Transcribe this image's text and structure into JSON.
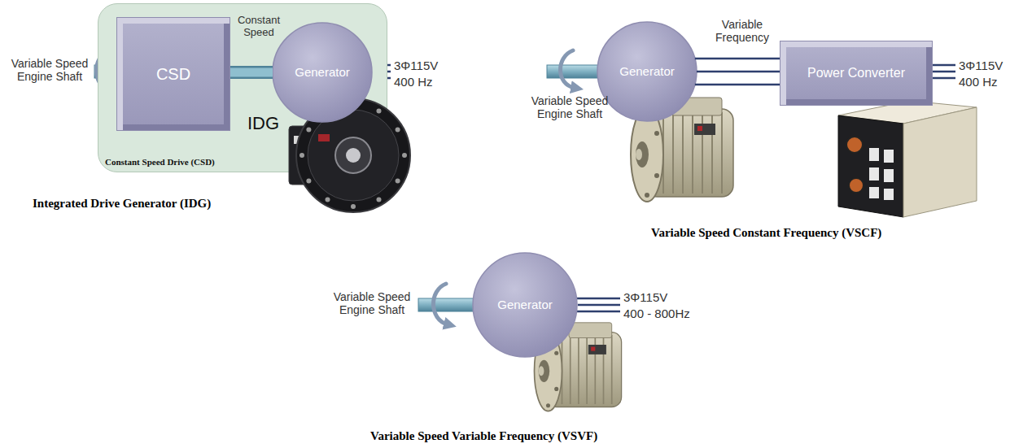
{
  "diagram": {
    "nodes": [
      {
        "text": [
          "IDG",
          "Constant Speed Drive (CSD)"
        ]
      },
      {
        "text": [
          "CSD"
        ],
        "in": 0
      },
      {
        "text": [
          "Generator"
        ],
        "in": 0
      },
      {
        "text": [
          "Generator"
        ]
      },
      {
        "text": [
          "Power Converter"
        ]
      },
      {
        "text": [
          "Generator"
        ]
      }
    ],
    "edges": [
      {
        "from": 1,
        "to": 2,
        "arrow": "none",
        "label": "Constant Speed"
      },
      {
        "from": 3,
        "to": 4,
        "arrow": "none",
        "label": "Variable Frequency"
      }
    ],
    "labels": [
      "Variable Speed Engine Shaft",
      "3Φ115V",
      "400 Hz",
      "Integrated Drive Generator (IDG)",
      "Variable Speed Engine Shaft",
      "3Φ115V",
      "400 Hz",
      "Variable Speed Constant Frequency (VSCF)",
      "Variable Speed Engine Shaft",
      "3Φ115V",
      "400 - 800Hz",
      "Variable Speed Variable Frequency (VSVF)"
    ]
  }
}
